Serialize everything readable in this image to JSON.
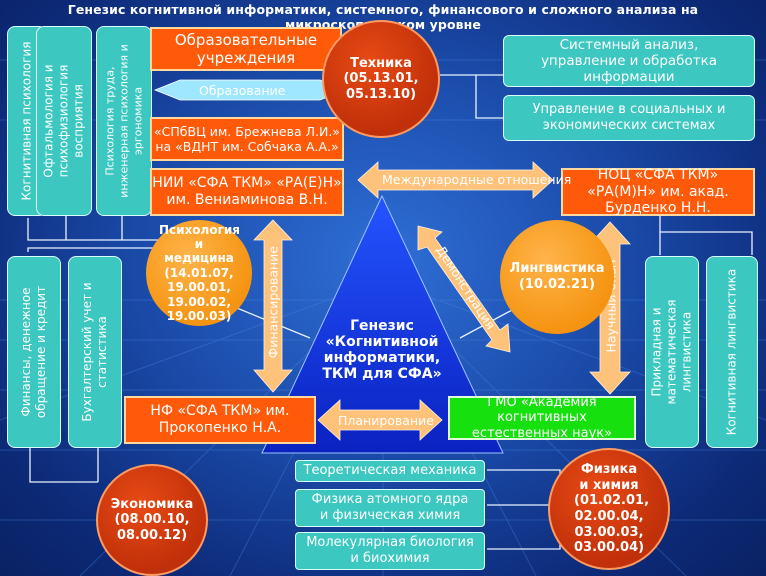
{
  "title": "Генезис когнитивной информатики, системного, финансового и сложного анализа на микроскопическом уровне",
  "left_top_columns": [
    "Когнитивная психология",
    "Офтальмология и психофизиология восприятия",
    "Психология труда, инженерная психология и эргономика"
  ],
  "left_bottom_columns": [
    "Финансы, денежное обращение и кредит",
    "Бухгалтерский учет и статистика"
  ],
  "right_columns": [
    "Прикладная и математическая лингвистика",
    "Когнитивная лингвистика"
  ],
  "orange_boxes": {
    "edu": "Образовательные учреждения",
    "spb": "«СПбВЦ им. Брежнева Л.И.» на «ВДНТ им. Собчака А.А.»",
    "nii": "НИИ «СФА ТКМ» «РА(Е)Н» им. Вениаминова В.Н.",
    "noc": "НОЦ «СФА ТКМ» «РА(М)Н» им. акад. Бурденко Н.Н.",
    "nf": "НФ «СФА ТКМ» им. Прокопенко Н.А."
  },
  "green_box": "ГМО «Академия когнитивных естественных наук»",
  "teal_right_boxes": [
    "Системный анализ, управление и обработка информации",
    "Управление в социальных и экономических системах"
  ],
  "teal_bottom_boxes": [
    "Теоретическая механика",
    "Физика атомного ядра и физическая химия",
    "Молекулярная биология и биохимия"
  ],
  "circles": {
    "tech": {
      "name": "Техника",
      "codes": "(05.13.01, 05.13.10)"
    },
    "psych": {
      "name": "Психология и медицина",
      "codes": "(14.01.07, 19.00.01, 19.00.02, 19.00.03)"
    },
    "ling": {
      "name": "Лингвистика",
      "codes": "(10.02.21)"
    },
    "econ": {
      "name": "Экономика",
      "codes": "(08.00.10, 08.00.12)"
    },
    "phys": {
      "name": "Физика и химия",
      "codes": "(01.02.01, 02.00.04, 03.00.03, 03.00.04)"
    }
  },
  "center": "Генезис «Когнитивной информатики, ТКМ для СФА»",
  "arrow_labels": {
    "edu": "Образование",
    "intl": "Международные отношения",
    "fin": "Финансирование",
    "demo": "Демонстрация",
    "sci": "Научный опыт",
    "plan": "Планирование"
  },
  "colors": {
    "background": "#1a4aa8",
    "orange_box": "#ff5a0a",
    "teal": "#3cc7c0",
    "green": "#17e00f",
    "circle_orange": "#f59412",
    "circle_red": "#c0300a",
    "triangle": "#0a2ccf",
    "arrow": "#ffc27a"
  }
}
